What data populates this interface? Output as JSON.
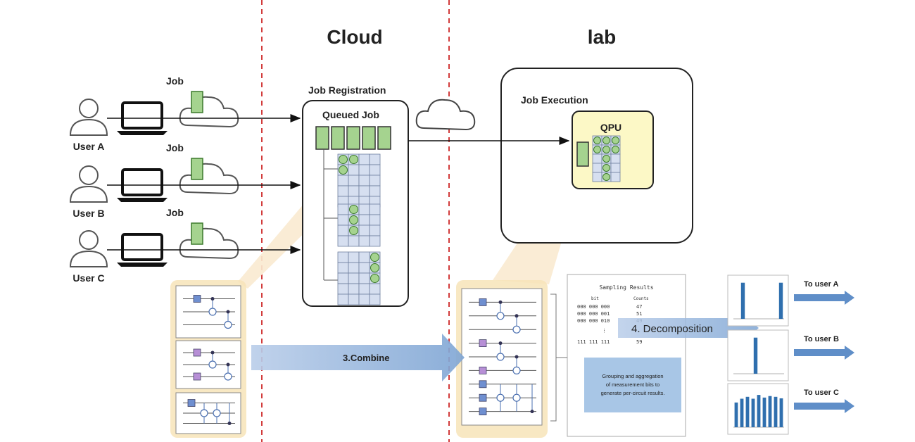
{
  "zones": {
    "cloud": "Cloud",
    "lab": "lab"
  },
  "users": [
    {
      "name": "User A",
      "job": "Job"
    },
    {
      "name": "User B",
      "job": "Job"
    },
    {
      "name": "User C",
      "job": "Job"
    }
  ],
  "registration": {
    "title": "Job Registration",
    "queued": "Queued Job"
  },
  "execution": {
    "title": "Job Execution",
    "qpu": "QPU"
  },
  "steps": {
    "combine": "3.Combine",
    "decomposition": "4. Decomposition"
  },
  "sampling": {
    "title": "Sampling Results",
    "col_bit": "bit",
    "col_counts": "Counts",
    "rows": [
      {
        "bits": "000 000 000",
        "count": "47"
      },
      {
        "bits": "000 000 001",
        "count": "51"
      },
      {
        "bits": "000 000 010",
        "count": "49"
      },
      {
        "bits": "111 111 111",
        "count": "59"
      }
    ],
    "note_lines": [
      "Grouping and aggregation",
      "of measurement bits to",
      "generate per-circuit results."
    ]
  },
  "outputs": [
    {
      "label": "To user A",
      "bars": [
        0,
        0.95,
        0,
        0,
        0,
        0,
        0,
        0.95
      ]
    },
    {
      "label": "To user B",
      "bars": [
        0,
        0,
        0,
        0.95,
        0,
        0,
        0,
        0
      ]
    },
    {
      "label": "To user C",
      "bars": [
        0.65,
        0.75,
        0.8,
        0.75,
        0.85,
        0.78,
        0.82,
        0.8,
        0.76
      ]
    }
  ],
  "colors": {
    "green": "#a5d38f",
    "green_stroke": "#3c7a2c",
    "grid_fill": "#d6dff0",
    "grid_stroke": "#6f7f9f",
    "qpu_fill": "#fcf8c6",
    "highlight": "#f7e4b8",
    "arrow_blue": "#8fb0d8",
    "bar_blue": "#2f6fae",
    "dash_red": "#d23c3c"
  }
}
